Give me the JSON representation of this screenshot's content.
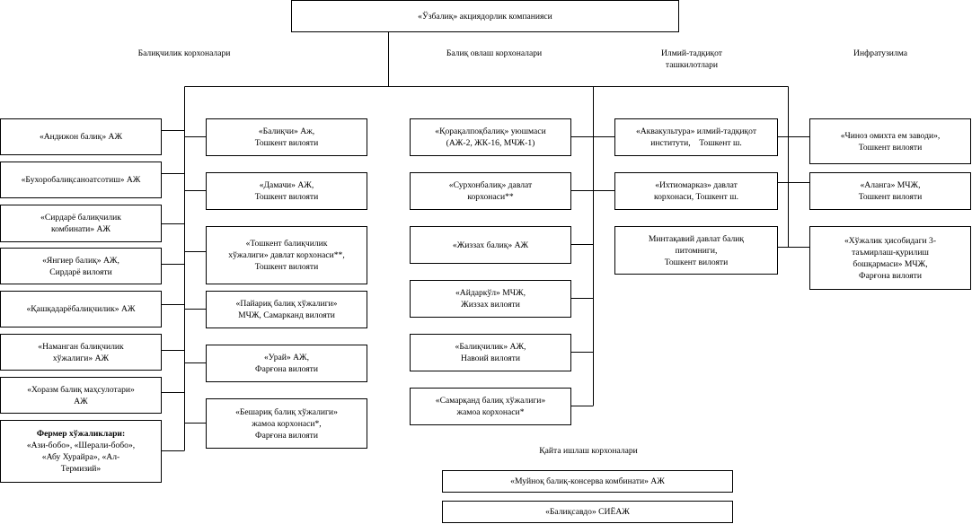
{
  "top": {
    "title": "«Ўзбалиқ» акциядорлик компанияси"
  },
  "headings": {
    "fisheries": "Балиқчилик корхоналари",
    "farming": "Балиқ овлаш корхоналари",
    "research": [
      "Илмий-тадқиқот",
      "ташкилотлари"
    ],
    "infrastructure": "Инфратузилма",
    "processing": "Қайта ишлаш корхоналари"
  },
  "col1": [
    [
      "«Андижон балиқ» АЖ"
    ],
    [
      "«Бухоробалиқсаноатсотиш» АЖ"
    ],
    [
      "«Сирдарё балиқчилик",
      "комбинати» АЖ"
    ],
    [
      "«Янгиер балиқ» АЖ,",
      "Сирдарё вилояти"
    ],
    [
      "«Қашқадарёбалиқчилик» АЖ"
    ],
    [
      "«Наманган балиқчилик",
      "хўжалиги» АЖ"
    ],
    [
      "«Хоразм балиқ маҳсулотари»",
      "АЖ"
    ]
  ],
  "col1_farmers": {
    "title": "Фермер хўжаликлари:",
    "lines": [
      "«Ази-бобо», «Шерали-бобо»,",
      "«Абу Хурайра», «Ал-",
      "Термизий»"
    ]
  },
  "col2": [
    [
      "«Балиқчи» Аж,",
      "Тошкент вилояти"
    ],
    [
      "«Дамачи» АЖ,",
      "Тошкент вилояти"
    ],
    [
      "«Тошкент балиқчилик",
      "хўжалиги» давлат корхонаси**,",
      "Тошкент вилояти"
    ],
    [
      "«Пайариқ балиқ хўжалиги»",
      "МЧЖ, Самарканд вилояти"
    ],
    [
      "«Урай» АЖ,",
      "Фарғона вилояти"
    ],
    [
      "«Бешариқ балиқ хўжалиги»",
      "жамоа корхонаси*,",
      "Фарғона вилояти"
    ]
  ],
  "col3": [
    [
      "«Қорақалпоқбалиқ» уюшмаси",
      "(АЖ-2, ЖК-16, МЧЖ-1)"
    ],
    [
      "«Сурхонбалиқ» давлат",
      "корхонаси**"
    ],
    [
      "«Жиззах балиқ» АЖ"
    ],
    [
      "«Айдаркўл» МЧЖ,",
      "Жиззах вилояти"
    ],
    [
      "«Балиқчилик» АЖ,",
      "Навоий вилояти"
    ],
    [
      "«Самарқанд балиқ хўжалиги»",
      "жамоа корхонаси*"
    ]
  ],
  "col4": [
    [
      "«Аквакультура» илмий-тадқиқот",
      "институти,    Тошкент ш."
    ],
    [
      "«Ихтиомарказ» давлат",
      "корхонаси, Тошкент ш."
    ],
    [
      "Минтақавий давлат балиқ",
      "питомниги,",
      "Тошкент вилояти"
    ]
  ],
  "col5": [
    [
      "«Чиноз омихта ем заводи»,",
      "Тошкент вилояти"
    ],
    [
      "«Аланга» МЧЖ,",
      "Тошкент вилояти"
    ],
    [
      "«Хўжалик ҳисобидаги 3-",
      "таъмирлаш-қурилиш",
      "бошқармаси» МЧЖ,",
      "Фарғона вилояти"
    ]
  ],
  "processing": [
    [
      "«Муйноқ балиқ-консерва комбинати» АЖ"
    ],
    [
      "«Балиқсавдо» СИЁАЖ"
    ]
  ]
}
